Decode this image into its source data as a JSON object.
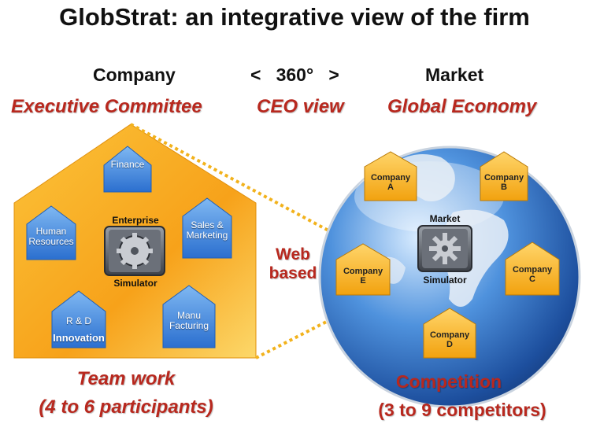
{
  "title": "GlobStrat: an integrative view of the firm",
  "headers": {
    "company": "Company",
    "view": "<   360°   >",
    "market": "Market"
  },
  "subheaders": {
    "left": "Executive Committee",
    "center": "CEO view",
    "right": "Global Economy"
  },
  "enterprise": {
    "top_label": "Enterprise",
    "bottom_label": "Simulator",
    "units": [
      {
        "label": "Finance"
      },
      {
        "label": "Human Resources"
      },
      {
        "label": "Sales & Marketing"
      },
      {
        "label": "R & D"
      },
      {
        "label": "Innovation"
      },
      {
        "label": "Manu Facturing"
      }
    ]
  },
  "market_sim": {
    "top_label": "Market",
    "bottom_label": "Simulator",
    "companies": [
      {
        "name": "Company",
        "letter": "A"
      },
      {
        "name": "Company",
        "letter": "B"
      },
      {
        "name": "Company",
        "letter": "C"
      },
      {
        "name": "Company",
        "letter": "D"
      },
      {
        "name": "Company",
        "letter": "E"
      }
    ]
  },
  "web": {
    "line1": "Web",
    "line2": "based"
  },
  "bottom": {
    "left_line1": "Team work",
    "left_line2": "(4 to 6 participants)",
    "right_line1": "Competition",
    "right_line2": "(3 to 9 competitors)"
  },
  "colors": {
    "accent_red": "#b8281e",
    "house_orange": "#f7a21a",
    "house_blue": "#3f8ae0",
    "company_yellow": "#f6b81c",
    "globe_blue": "#2f6fc7"
  }
}
